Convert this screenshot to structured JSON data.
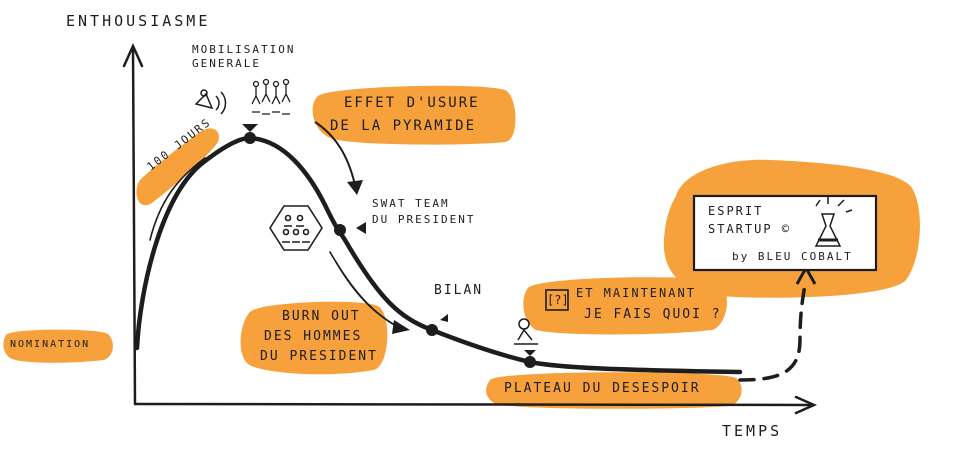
{
  "colors": {
    "highlight": "#f7a13c",
    "ink": "#1d1d1d",
    "background": "#ffffff"
  },
  "axes": {
    "y_label": "ENTHOUSIASME",
    "x_label": "TEMPS"
  },
  "labels": {
    "mobilisation_line1": "MOBILISATION",
    "mobilisation_line2": "GENERALE",
    "cent_jours": "100 JOURS",
    "effet_line1": "EFFET D'USURE",
    "effet_line2": "DE LA PYRAMIDE",
    "swat_line1": "SWAT TEAM",
    "swat_line2": "DU PRESIDENT",
    "bilan": "BILAN",
    "burnout_line1": "BURN OUT",
    "burnout_line2": "DES HOMMES",
    "burnout_line3": "DU PRESIDENT",
    "maintenant_line1": "ET MAINTENANT",
    "maintenant_line2": "JE FAIS QUOI ?",
    "question_box": "[?]",
    "plateau": "PLATEAU DU DESESPOIR",
    "nomination": "NOMINATION",
    "startup_line1": "ESPRIT",
    "startup_line2": "STARTUP ©",
    "credit": "by BLEU COBALT"
  },
  "icons": [
    "megaphone-icon",
    "crowd-icon",
    "swat-team-icon",
    "person-at-desk-icon",
    "exploding-flask-icon"
  ]
}
